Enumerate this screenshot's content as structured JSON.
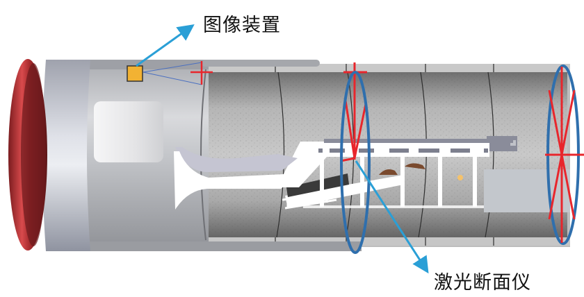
{
  "title": "TBM tunnel measurement setup",
  "labels": {
    "camera": "图像装置",
    "laser": "激光断面仪"
  },
  "colors": {
    "leader_line": "#2a9fd6",
    "laser_ring": "#2f6fad",
    "laser_beam": "#e8262c",
    "camera_box": "#f2b233",
    "cutter_head": "#a0272a",
    "shield": "#b9bcc2",
    "tunnel_lining": "#8d8d8d",
    "conveyor": "#ffffff"
  },
  "components": [
    {
      "id": "cutter-head",
      "name": "cutter head"
    },
    {
      "id": "shield",
      "name": "shield body"
    },
    {
      "id": "camera-device",
      "name": "camera device",
      "label_key": "camera"
    },
    {
      "id": "laser-scanner-1",
      "name": "laser profiler ring 1",
      "label_key": "laser"
    },
    {
      "id": "laser-scanner-2",
      "name": "laser profiler ring 2"
    },
    {
      "id": "conveyor",
      "name": "belt conveyor"
    },
    {
      "id": "tunnel-lining",
      "name": "segment lining"
    }
  ]
}
